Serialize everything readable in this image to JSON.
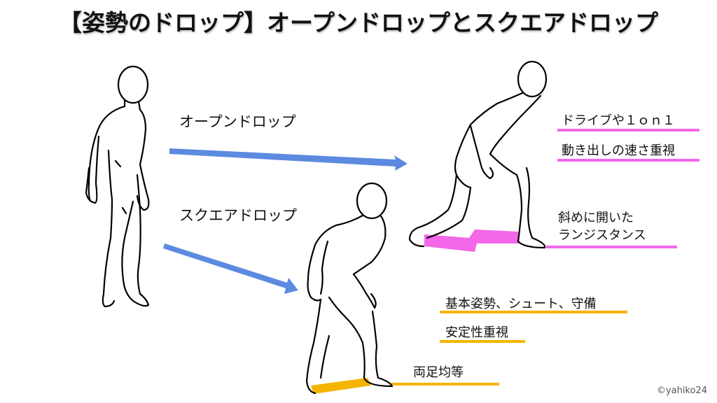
{
  "title": "【姿勢のドロップ】オープンドロップとスクエアドロップ",
  "colors": {
    "arrow": "#5b8ae0",
    "open_accent": "#f268e8",
    "square_accent": "#f5b400",
    "line": "#000000"
  },
  "arrows": {
    "open_label": "オープンドロップ",
    "square_label": "スクエアドロップ"
  },
  "open_drop": {
    "notes": [
      "ドライブや１ｏｎ１",
      "動き出しの速さ重視"
    ],
    "stance_line1": "斜めに開いた",
    "stance_line2": "ランジスタンス"
  },
  "square_drop": {
    "notes": [
      "基本姿勢、シュート、守備",
      "安定性重視"
    ],
    "stance": "両足均等"
  },
  "figures": {
    "start": "standing-figure",
    "open": "open-drop-figure",
    "square": "square-drop-figure"
  },
  "credit": "©yahiko24"
}
